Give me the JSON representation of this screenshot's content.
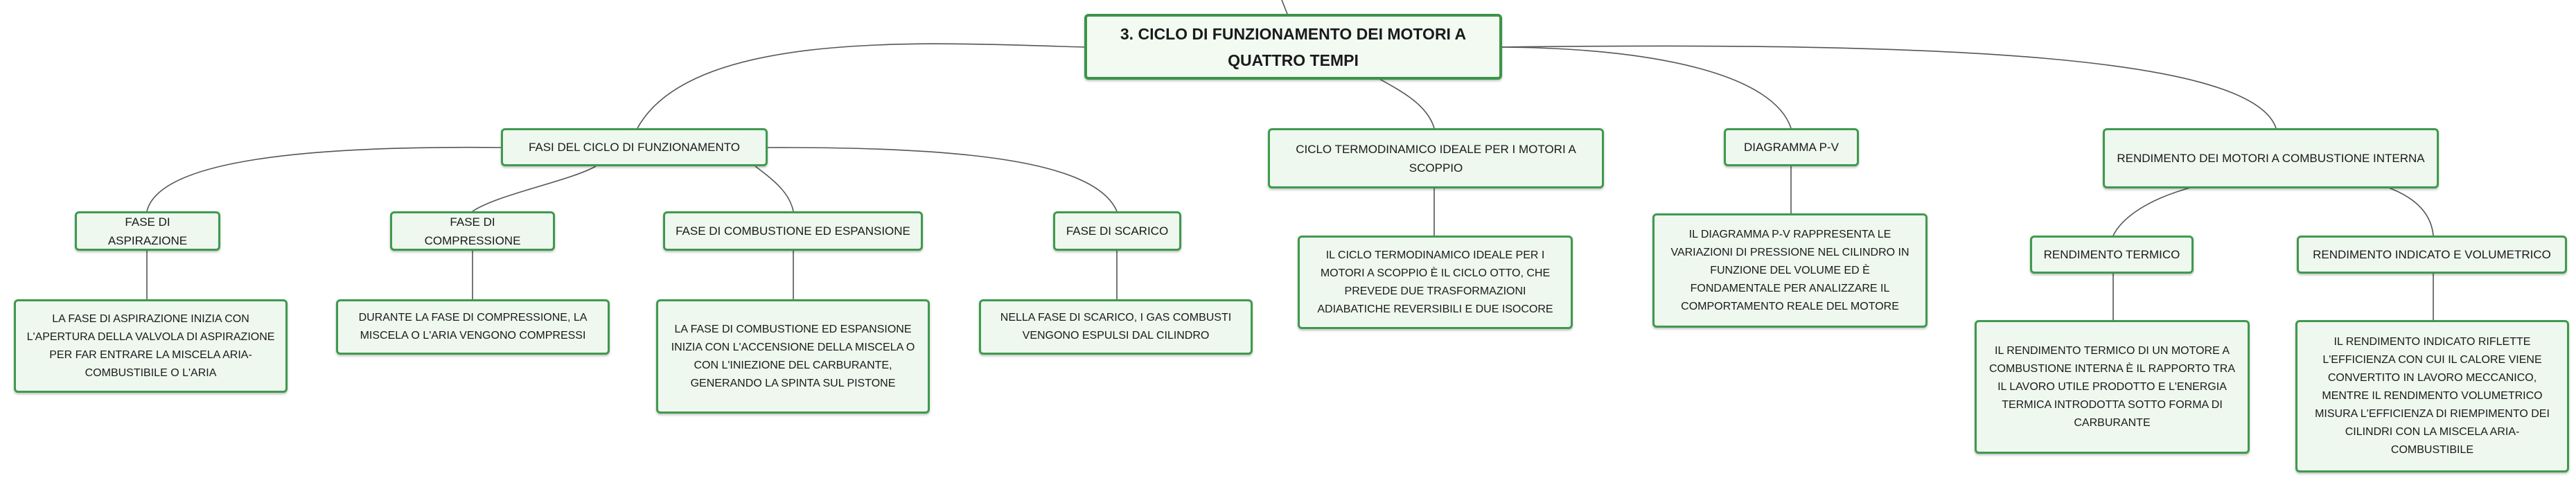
{
  "root": {
    "label": "3. CICLO DI FUNZIONAMENTO DEI MOTORI A QUATTRO TEMPI"
  },
  "branches": {
    "fasi": {
      "label": "FASI DEL CICLO DI FUNZIONAMENTO",
      "children": {
        "aspirazione": {
          "label": "FASE DI ASPIRAZIONE",
          "detail": "LA FASE DI ASPIRAZIONE INIZIA CON L'APERTURA DELLA VALVOLA DI ASPIRAZIONE PER FAR ENTRARE LA MISCELA ARIA-COMBUSTIBILE O L'ARIA"
        },
        "compressione": {
          "label": "FASE DI COMPRESSIONE",
          "detail": "DURANTE LA FASE DI COMPRESSIONE, LA MISCELA O L'ARIA VENGONO COMPRESSI"
        },
        "combustione": {
          "label": "FASE DI COMBUSTIONE ED ESPANSIONE",
          "detail": "LA FASE DI COMBUSTIONE ED ESPANSIONE INIZIA CON L'ACCENSIONE DELLA MISCELA O CON L'INIEZIONE DEL CARBURANTE, GENERANDO LA SPINTA SUL PISTONE"
        },
        "scarico": {
          "label": "FASE DI SCARICO",
          "detail": "NELLA FASE DI SCARICO, I GAS COMBUSTI VENGONO ESPULSI DAL CILINDRO"
        }
      }
    },
    "ciclo": {
      "label": "CICLO TERMODINAMICO IDEALE PER I MOTORI A SCOPPIO",
      "detail": "IL CICLO TERMODINAMICO IDEALE PER I MOTORI A SCOPPIO È IL CICLO OTTO, CHE PREVEDE DUE TRASFORMAZIONI ADIABATICHE REVERSIBILI E DUE ISOCORE"
    },
    "diagramma": {
      "label": "DIAGRAMMA P-V",
      "detail": "IL DIAGRAMMA P-V RAPPRESENTA LE VARIAZIONI DI PRESSIONE NEL CILINDRO IN FUNZIONE DEL VOLUME ED È FONDAMENTALE PER ANALIZZARE IL COMPORTAMENTO REALE DEL MOTORE"
    },
    "rendimento": {
      "label": "RENDIMENTO DEI MOTORI A COMBUSTIONE INTERNA",
      "children": {
        "termico": {
          "label": "RENDIMENTO TERMICO",
          "detail": "IL RENDIMENTO TERMICO DI UN MOTORE A COMBUSTIONE INTERNA È IL RAPPORTO TRA IL LAVORO UTILE PRODOTTO E L'ENERGIA TERMICA INTRODOTTA SOTTO FORMA DI CARBURANTE"
        },
        "indicato": {
          "label": "RENDIMENTO INDICATO E VOLUMETRICO",
          "detail": "IL RENDIMENTO INDICATO RIFLETTE L'EFFICIENZA CON CUI IL CALORE VIENE CONVERTITO IN LAVORO MECCANICO, MENTRE IL RENDIMENTO VOLUMETRICO MISURA L'EFFICIENZA DI RIEMPIMENTO DEI CILINDRI CON LA MISCELA ARIA-COMBUSTIBILE"
        }
      }
    }
  }
}
